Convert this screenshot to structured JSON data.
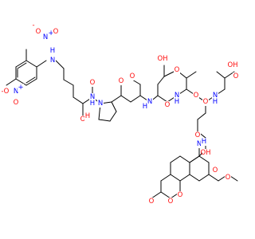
{
  "colors": {
    "bond": "#000000",
    "oxygen": "#ff0d0d",
    "nitrogen": "#0000ff",
    "background": "#ffffff"
  },
  "labels": {
    "no2_charge_top": "-",
    "no2_o_top": "O",
    "no2_n_top": "N",
    "no2_n_top_charge": "+",
    "no2_o_top2": "O",
    "no2_charge_left": "-",
    "no2_o_left": "O",
    "no2_n_left": "N",
    "no2_n_left_charge": "+",
    "no2_o_left2": "O",
    "lys_nh": "H",
    "lys_n": "N",
    "lys_oh": "O",
    "lys_h": "H",
    "lys_o": "O",
    "pro_n": "N",
    "pro_nh": "N",
    "pro_h": "H",
    "pro_o": "O",
    "ala_o": "O",
    "asp1_oh": "OH",
    "asp1_o": "O",
    "asp1_nh": "N",
    "asp1_h": "H",
    "asp1_co": "O",
    "val_nh": "N",
    "val_h": "H",
    "val_o": "O",
    "val_o2": "O",
    "glu_nh": "N",
    "glu_h": "H",
    "glu_o": "O",
    "glu_oh": "OH",
    "asp2_oh": "OH",
    "asp2_o": "O",
    "asp2_nh": "N",
    "asp2_h": "H",
    "asp2_o2": "O",
    "mca_o1": "O",
    "mca_o2": "O",
    "mca_ome": "O",
    "mca_co": "O"
  }
}
